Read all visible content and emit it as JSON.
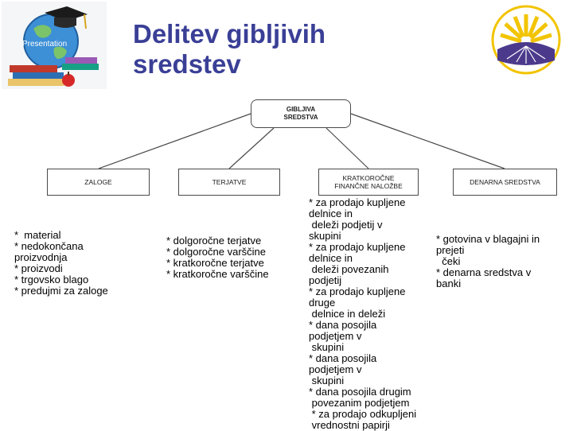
{
  "header": {
    "title_lines": [
      "Delitev gibljivih",
      "sredstev"
    ],
    "left_logo_text": "Presentation",
    "title_color": "#3a3f96"
  },
  "diagram": {
    "root": {
      "lines": [
        "GIBLJIVA",
        "SREDSTVA"
      ]
    },
    "children": [
      {
        "lines": [
          "ZALOGE"
        ]
      },
      {
        "lines": [
          "TERJATVE"
        ]
      },
      {
        "lines": [
          "KRATKOROČNE",
          "FINANČNE NALOŽBE"
        ]
      },
      {
        "lines": [
          "DENARNA SREDSTVA"
        ]
      }
    ]
  },
  "lists": [
    [
      "*  material",
      "* nedokončana",
      "proizvodnja",
      "* proizvodi",
      "* trgovsko blago",
      "* predujmi za zaloge"
    ],
    [
      "* dolgoročne terjatve",
      "* dolgoročne varščine",
      "* kratkoročne terjatve",
      "* kratkoročne varščine"
    ],
    [
      "* za prodajo kupljene",
      "delnice in",
      " deleži podjetij v",
      "skupini",
      "* za prodajo kupljene",
      "delnice in",
      " deleži povezanih",
      "podjetij",
      "* za prodajo kupljene",
      "druge",
      " delnice in deleži",
      "* dana posojila",
      "podjetjem v",
      " skupini",
      "* dana posojila",
      "podjetjem v",
      " skupini",
      "* dana posojila drugim",
      " povezanim podjetjem",
      " * za prodajo odkupljeni",
      " vrednostni papirji"
    ],
    [
      "* gotovina v blagajni in",
      "prejeti",
      "  čeki",
      "* denarna sredstva v",
      "banki"
    ]
  ]
}
